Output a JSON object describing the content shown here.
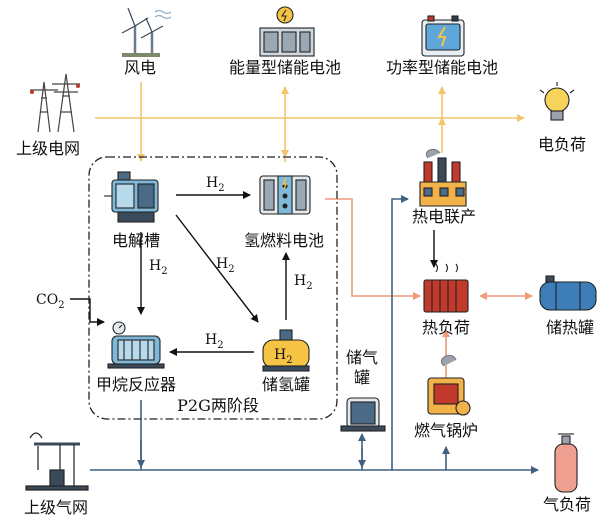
{
  "nodes": {
    "wind": "风电",
    "energy_storage": "能量型储能电池",
    "power_storage": "功率型储能电池",
    "upper_grid": "上级电网",
    "elec_load": "电负荷",
    "electrolyzer": "电解槽",
    "fuel_cell": "氢燃料电池",
    "methane_reactor": "甲烷反应器",
    "h2_tank": "储氢罐",
    "p2g_group": "P2G两阶段",
    "chp": "热电联产",
    "heat_load": "热负荷",
    "heat_tank": "储热罐",
    "gas_storage_1": "储气",
    "gas_storage_2": "罐",
    "gas_boiler": "燃气锅炉",
    "upper_gas_grid": "上级气网",
    "gas_load": "气负荷"
  },
  "flows": {
    "h2_a": "H",
    "h2_b": "H",
    "h2_c": "H",
    "h2_d": "H",
    "h2_e": "H",
    "h2_tank_icon": "H",
    "sub2": "2",
    "co2_c": "CO",
    "co2_sub": "2"
  },
  "colors": {
    "electric": "#f2c56b",
    "heat": "#ef9a7a",
    "gas": "#41607f",
    "hydrogen": "#111111"
  }
}
